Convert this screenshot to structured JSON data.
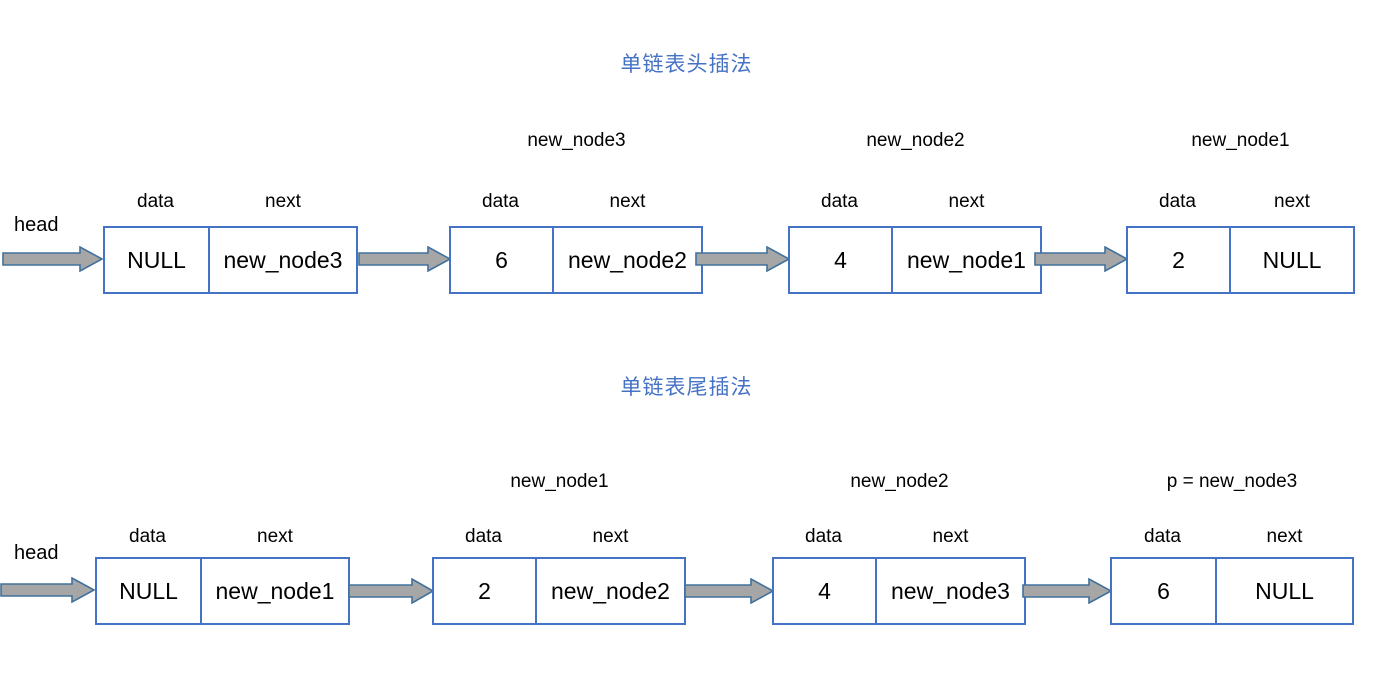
{
  "diagram": {
    "sections": [
      {
        "id": "head-insert",
        "title": "单链表头插法",
        "head_label": "head",
        "nodes": [
          {
            "name": "",
            "data_caption": "data",
            "next_caption": "next",
            "data": "NULL",
            "next": "new_node3"
          },
          {
            "name": "new_node3",
            "data_caption": "data",
            "next_caption": "next",
            "data": "6",
            "next": "new_node2"
          },
          {
            "name": "new_node2",
            "data_caption": "data",
            "next_caption": "next",
            "data": "4",
            "next": "new_node1"
          },
          {
            "name": "new_node1",
            "data_caption": "data",
            "next_caption": "next",
            "data": "2",
            "next": "NULL"
          }
        ]
      },
      {
        "id": "tail-insert",
        "title": "单链表尾插法",
        "head_label": "head",
        "nodes": [
          {
            "name": "",
            "data_caption": "data",
            "next_caption": "next",
            "data": "NULL",
            "next": "new_node1"
          },
          {
            "name": "new_node1",
            "data_caption": "data",
            "next_caption": "next",
            "data": "2",
            "next": "new_node2"
          },
          {
            "name": "new_node2",
            "data_caption": "data",
            "next_caption": "next",
            "data": "4",
            "next": "new_node3"
          },
          {
            "name": "p = new_node3",
            "data_caption": "data",
            "next_caption": "next",
            "data": "6",
            "next": "NULL"
          }
        ]
      }
    ],
    "colors": {
      "node_border": "#4472c4",
      "title_text": "#4472c4",
      "arrow_fill": "#a6a6a6",
      "arrow_stroke": "#41719c",
      "text": "#000000",
      "background": "#ffffff"
    }
  }
}
